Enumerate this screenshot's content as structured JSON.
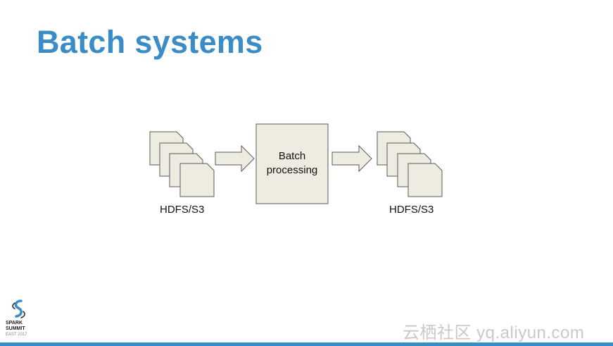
{
  "slide": {
    "title": "Batch systems"
  },
  "diagram": {
    "source_label": "HDFS/S3",
    "process_line1": "Batch",
    "process_line2": "processing",
    "sink_label": "HDFS/S3"
  },
  "branding": {
    "logo_line1": "SPARK",
    "logo_line2": "SUMMIT",
    "logo_line3": "EAST 2017",
    "watermark": "云栖社区 yq.aliyun.com"
  },
  "colors": {
    "title": "#3a8cc6",
    "shape_fill": "#eeece1",
    "shape_stroke": "#595959",
    "bottom_bar": "#3a8cc6"
  }
}
